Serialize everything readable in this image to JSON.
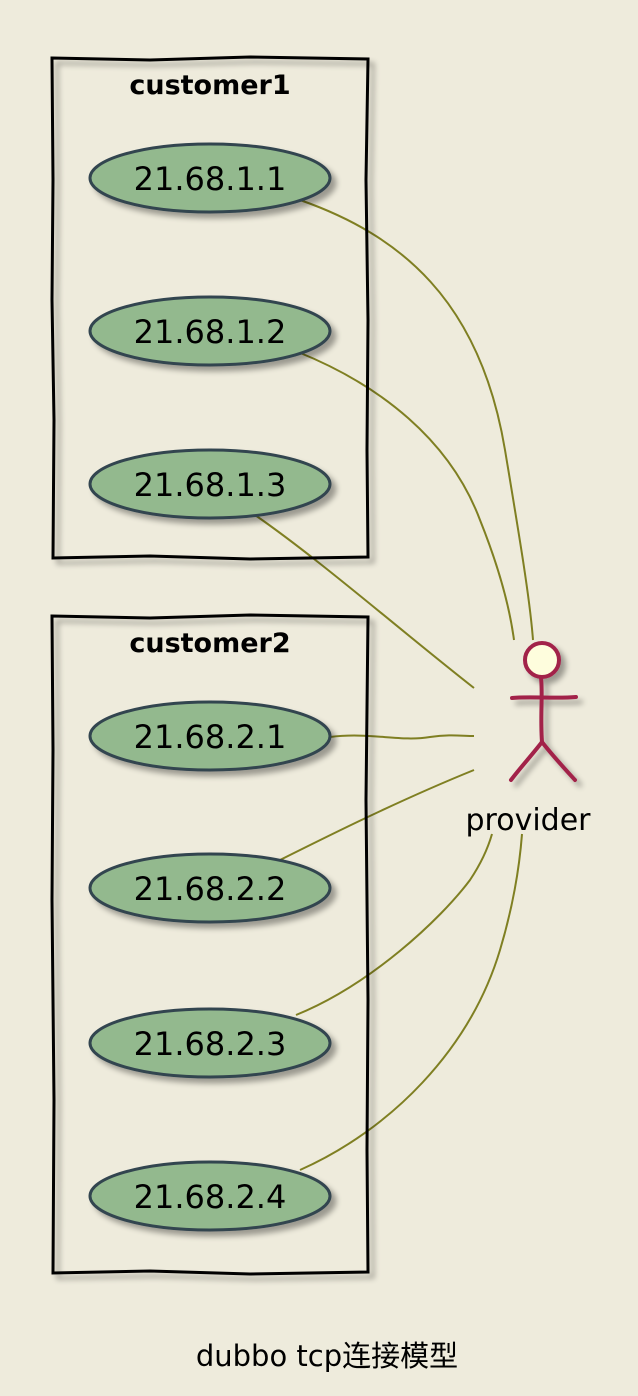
{
  "diagram": {
    "packages": [
      {
        "name": "customer1",
        "usecases": [
          "21.68.1.1",
          "21.68.1.2",
          "21.68.1.3"
        ]
      },
      {
        "name": "customer2",
        "usecases": [
          "21.68.2.1",
          "21.68.2.2",
          "21.68.2.3",
          "21.68.2.4"
        ]
      }
    ],
    "actor": {
      "name": "provider",
      "icon": "stick-figure-icon"
    },
    "caption": "dubbo tcp连接模型"
  },
  "colors": {
    "background": "#EEEBDC",
    "usecase_fill": "#93B98E",
    "usecase_stroke": "#33444F",
    "package_border": "#000000",
    "link": "#7F7F22",
    "actor_stroke": "#A2224A",
    "actor_head_fill": "#FEFDDD"
  }
}
